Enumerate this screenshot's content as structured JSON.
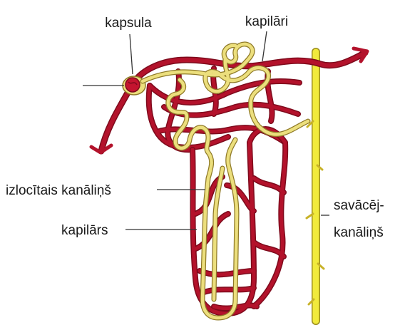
{
  "labels": {
    "capsule": "kapsula",
    "capillaries": "kapilāri",
    "convoluted_tubule": "izlocītais kanāliņš",
    "capillary": "kapilārs",
    "collecting_duct_line1": "savācēj-",
    "collecting_duct_line2": "kanāliņš"
  },
  "colors": {
    "vessel": "#b3122b",
    "vessel_edge": "#7e0a1c",
    "tubule": "#ecdf7d",
    "tubule_edge": "#8f7a28",
    "duct": "#f1ea3c",
    "duct_edge": "#9a8c1e",
    "text": "#1a1a1a"
  }
}
